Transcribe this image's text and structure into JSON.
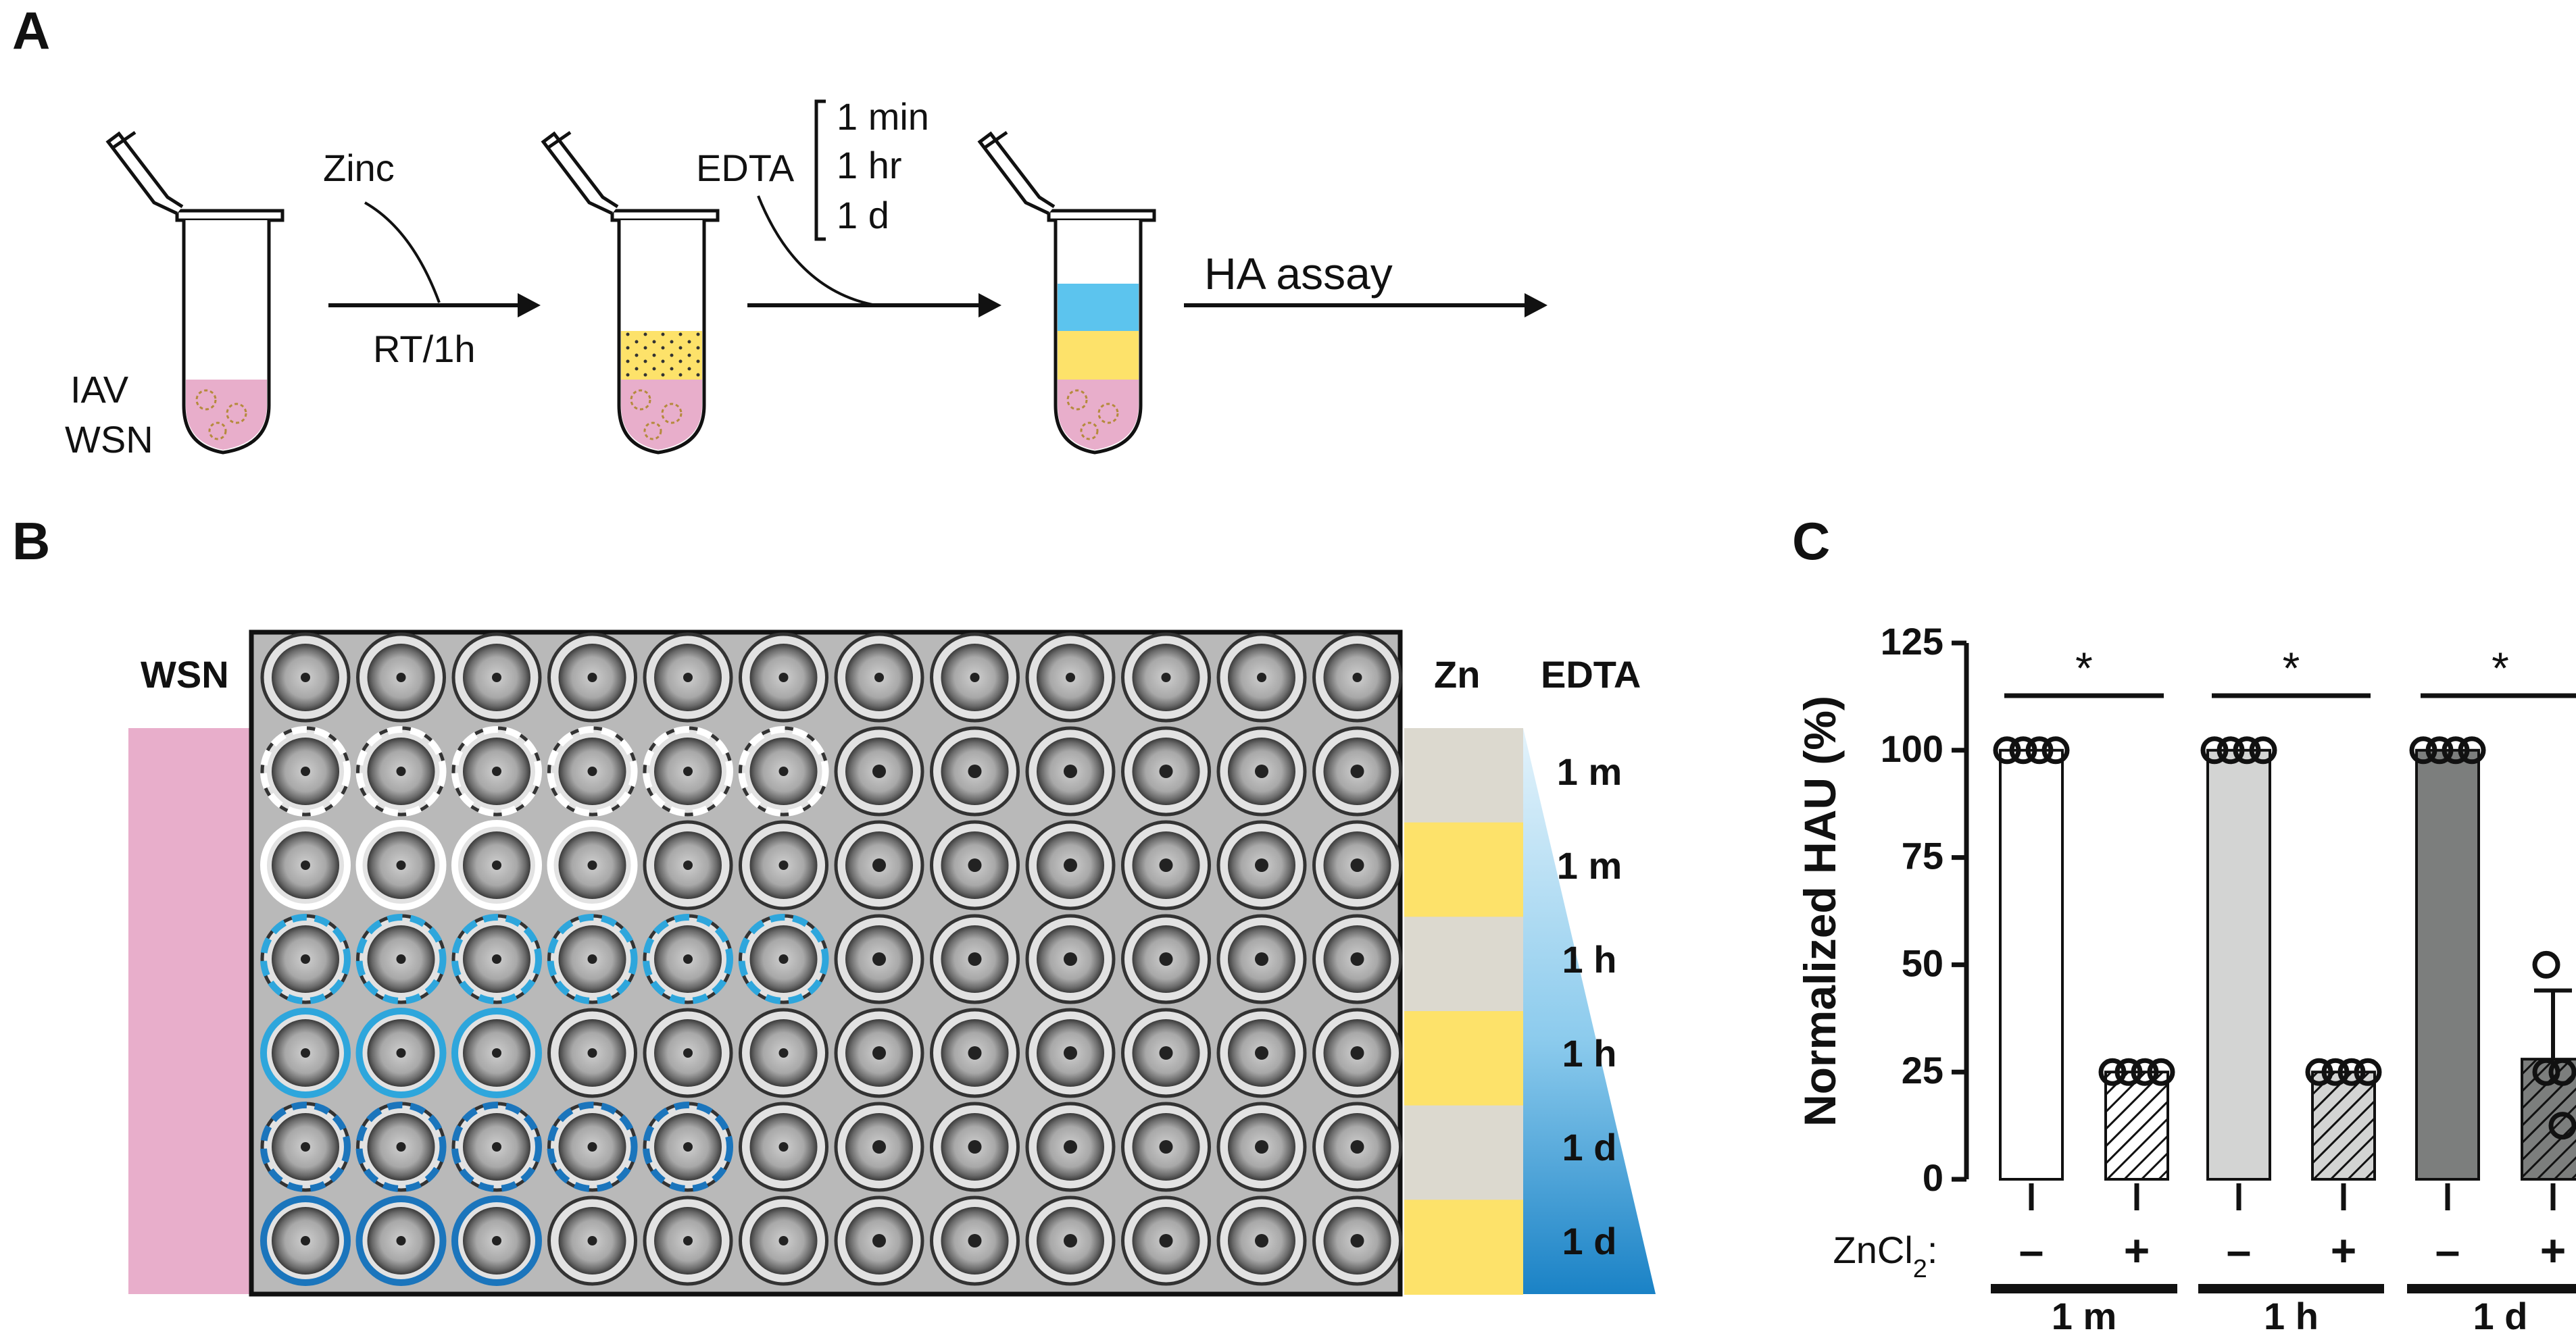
{
  "panels": {
    "a": "A",
    "b": "B",
    "c": "C"
  },
  "panel_a": {
    "sample_label_1": "IAV",
    "sample_label_2": "WSN",
    "step1_reagent": "Zinc",
    "step1_condition": "RT/1h",
    "step2_reagent": "EDTA",
    "times": [
      "1 min",
      "1 hr",
      "1 d"
    ],
    "step3": "HA assay"
  },
  "panel_b": {
    "left_label": "WSN",
    "zn_header": "Zn",
    "edta_header": "EDTA",
    "row_labels": [
      "1 m",
      "1 m",
      "1 h",
      "1 h",
      "1 d",
      "1 d"
    ],
    "zn_strip_colors": [
      "#dcd9cf",
      "#fde26a",
      "#dcd9cf",
      "#fde26a",
      "#dcd9cf",
      "#fde26a"
    ],
    "ring_rows": [
      {
        "row": 2,
        "count": 6,
        "color": "#ffffff",
        "dashed": true
      },
      {
        "row": 3,
        "count": 4,
        "color": "#ffffff",
        "dashed": false
      },
      {
        "row": 4,
        "count": 6,
        "color": "#2ea6dc",
        "dashed": true
      },
      {
        "row": 5,
        "count": 3,
        "color": "#2ea6dc",
        "dashed": false
      },
      {
        "row": 6,
        "count": 5,
        "color": "#1b75bc",
        "dashed": true
      },
      {
        "row": 7,
        "count": 3,
        "color": "#1b75bc",
        "dashed": false
      }
    ],
    "colors": {
      "wsn": "#e8aecb",
      "zn_gray": "#dcd9cf",
      "zn_yellow": "#fde26a"
    }
  },
  "chart_data": {
    "type": "bar",
    "ylabel": "Normalized HAU  (%)",
    "ylim": [
      0,
      125
    ],
    "yticks": [
      0,
      25,
      50,
      75,
      100,
      125
    ],
    "x_factor_label": "ZnCl",
    "x_factor_subscript": "2",
    "x_factor_suffix": ":",
    "signs": [
      "–",
      "+",
      "–",
      "+",
      "–",
      "+"
    ],
    "group_labels": [
      "1 m",
      "1 h",
      "1 d"
    ],
    "significance": [
      "*",
      "*",
      "*"
    ],
    "bars": [
      {
        "group": "1 m",
        "zncl2": "–",
        "value": 100,
        "error": 0,
        "points": [
          100,
          100,
          100,
          100
        ],
        "fill": "#ffffff",
        "hatched": false
      },
      {
        "group": "1 m",
        "zncl2": "+",
        "value": 25,
        "error": 0,
        "points": [
          25,
          25,
          25,
          25
        ],
        "fill": "#ffffff",
        "hatched": true
      },
      {
        "group": "1 h",
        "zncl2": "–",
        "value": 100,
        "error": 0,
        "points": [
          100,
          100,
          100,
          100
        ],
        "fill": "#d3d4d3",
        "hatched": false
      },
      {
        "group": "1 h",
        "zncl2": "+",
        "value": 25,
        "error": 0,
        "points": [
          25,
          25,
          25,
          25
        ],
        "fill": "#d3d4d3",
        "hatched": true
      },
      {
        "group": "1 d",
        "zncl2": "–",
        "value": 100,
        "error": 0,
        "points": [
          100,
          100,
          100,
          100
        ],
        "fill": "#7c7e7d",
        "hatched": false
      },
      {
        "group": "1 d",
        "zncl2": "+",
        "value": 28,
        "error": 16,
        "points": [
          50,
          25,
          25,
          12.5
        ],
        "fill": "#7c7e7d",
        "hatched": true
      }
    ]
  }
}
